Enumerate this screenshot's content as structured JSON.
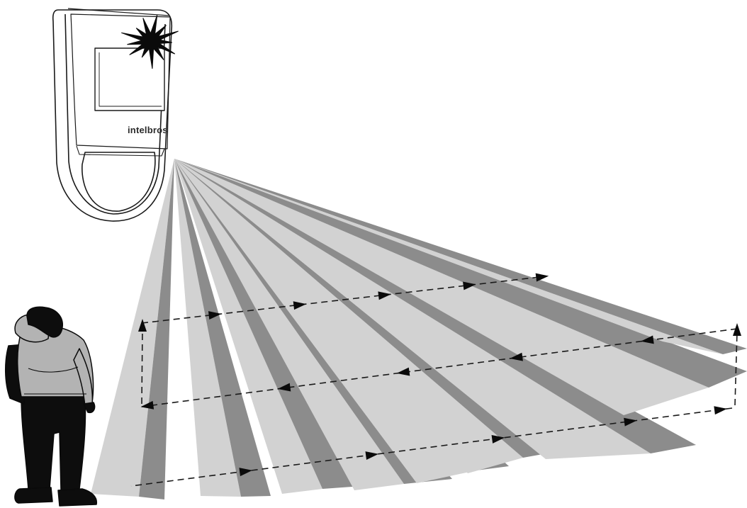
{
  "sensor": {
    "brand_text": "intelbros",
    "flash_icon": "alarm-flash-icon"
  },
  "colors": {
    "beam_light": "#d2d2d2",
    "beam_dark": "#8c8c8c",
    "outline": "#1a1a1a",
    "person_fill": "#0d0d0d",
    "hoodie_fill": "#b3b3b3"
  },
  "person": {
    "icon": "walking-intruder-figure"
  },
  "beams": {
    "count": 8
  },
  "motion_path": {
    "style": "dashed",
    "arrowheads": true,
    "passes": 3
  }
}
